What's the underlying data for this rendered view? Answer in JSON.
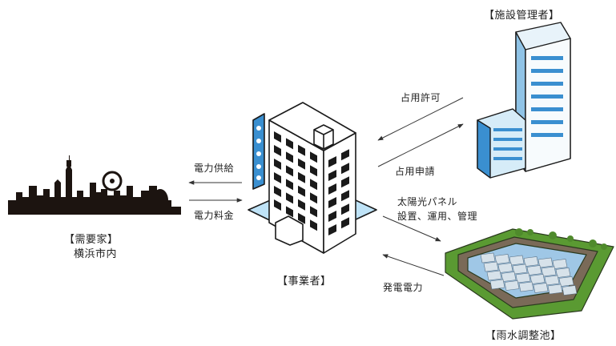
{
  "nodes": {
    "facility_manager": {
      "label": "【施設管理者】"
    },
    "consumer": {
      "label": "【需要家】",
      "sublabel": "横浜市内"
    },
    "operator": {
      "label": "【事業者】"
    },
    "retention_pond": {
      "label": "【雨水調整池】"
    }
  },
  "flows": {
    "occupancy_permit": "占用許可",
    "occupancy_application": "占用申請",
    "power_supply": "電力供給",
    "power_fee": "電力料金",
    "solar_line1": "太陽光パネル",
    "solar_line2": "設置、運用、管理",
    "generated_power": "発電電力"
  },
  "colors": {
    "ink": "#1a1a1a",
    "building_blue": "#3a8fd0",
    "building_light": "#bfe3f7",
    "grass": "#6cae3e",
    "water": "#9fc7e6",
    "panel": "#d7e2ea"
  }
}
